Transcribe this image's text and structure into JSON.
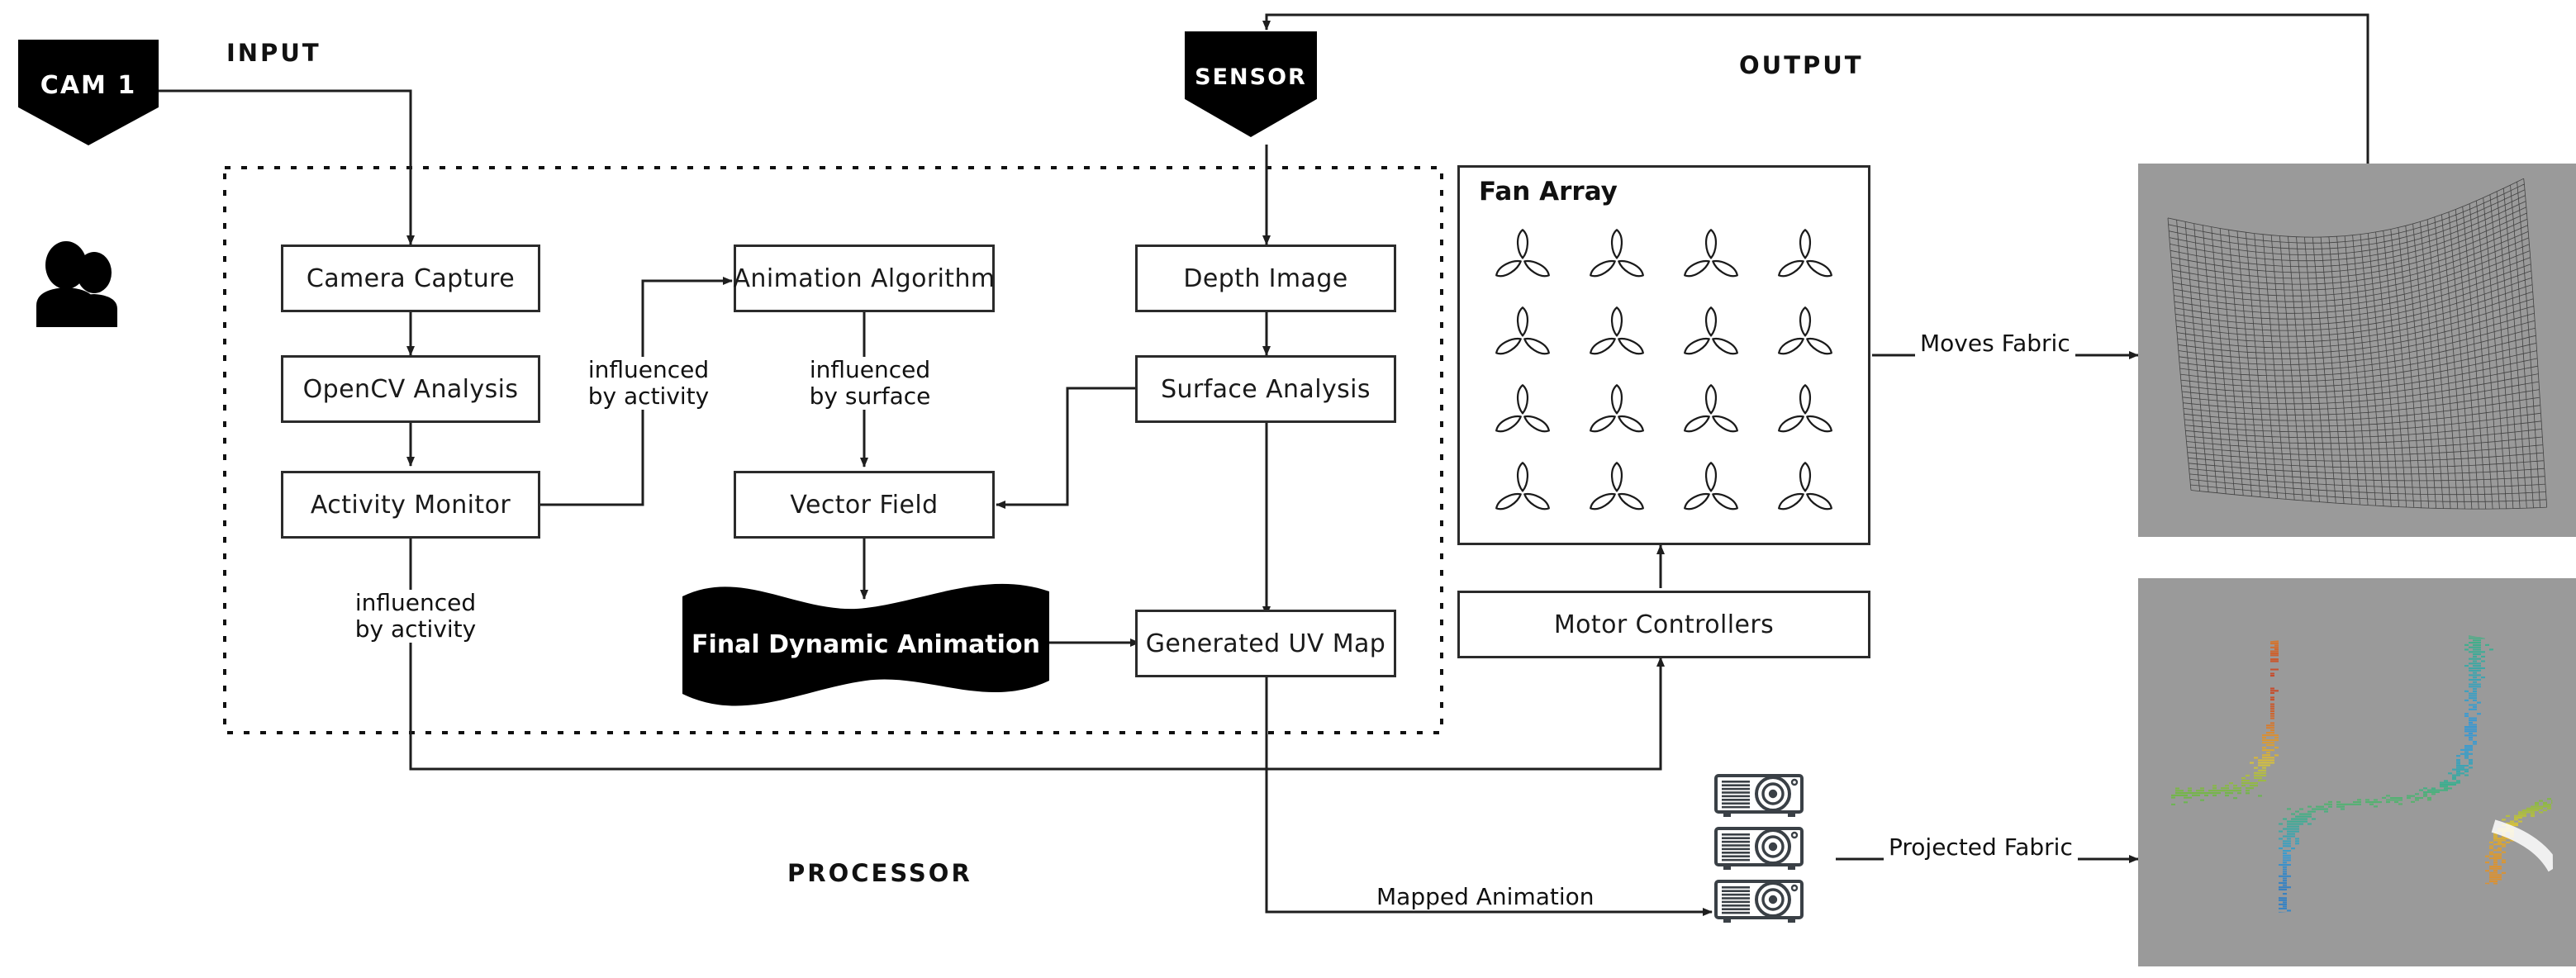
{
  "zones": {
    "input": "INPUT",
    "output": "OUTPUT",
    "processor": "PROCESSOR"
  },
  "sources": {
    "camera": {
      "label": "CAM 1",
      "icon": "camera-tag-icon"
    },
    "sensor": {
      "label": "SENSOR",
      "icon": "sensor-tag-icon"
    },
    "audience": {
      "icon": "people-silhouette-icon"
    }
  },
  "pipeline": {
    "left_column": [
      {
        "id": "camera-capture",
        "label": "Camera Capture"
      },
      {
        "id": "opencv-analysis",
        "label": "OpenCV Analysis"
      },
      {
        "id": "activity-monitor",
        "label": "Activity Monitor"
      }
    ],
    "middle_column": [
      {
        "id": "animation-algorithm",
        "label": "Animation Algorithm"
      },
      {
        "id": "vector-field",
        "label": "Vector Field"
      }
    ],
    "right_column": [
      {
        "id": "depth-image",
        "label": "Depth Image"
      },
      {
        "id": "surface-analysis",
        "label": "Surface Analysis"
      },
      {
        "id": "generated-uv-map",
        "label": "Generated UV Map"
      }
    ],
    "banner": {
      "id": "final-dynamic-animation",
      "label": "Final Dynamic Animation"
    }
  },
  "actuators": {
    "fan_array": {
      "title": "Fan Array",
      "rows": 4,
      "cols": 4,
      "count": 16,
      "icon": "fan-blade-icon"
    },
    "motor_controllers": {
      "label": "Motor Controllers"
    },
    "projectors": {
      "count": 3,
      "icon": "projector-icon"
    }
  },
  "edge_labels": {
    "influenced_by_activity_a": "influenced\nby activity",
    "influenced_by_surface": "influenced\nby surface",
    "influenced_by_activity_b": "influenced\nby activity",
    "moves_fabric": "Moves Fabric",
    "mapped_animation": "Mapped Animation",
    "projected_fabric": "Projected  Fabric"
  },
  "outputs": {
    "mesh_preview": {
      "name": "wireframe-fabric-mesh",
      "background": "#9a9a9a",
      "wire_color": "#3a3a3a"
    },
    "projection_preview": {
      "name": "colored-contour-fabric",
      "background": "#9a9a9a",
      "palette": [
        "#c0392b",
        "#d98b33",
        "#d6c23c",
        "#74b54a",
        "#3fae8e",
        "#3d9bd1",
        "#2f56a8",
        "#ffffff"
      ]
    }
  },
  "colors": {
    "stroke": "#2b2b2b",
    "black_fill": "#000000",
    "text": "#111111",
    "paper": "#ffffff"
  }
}
